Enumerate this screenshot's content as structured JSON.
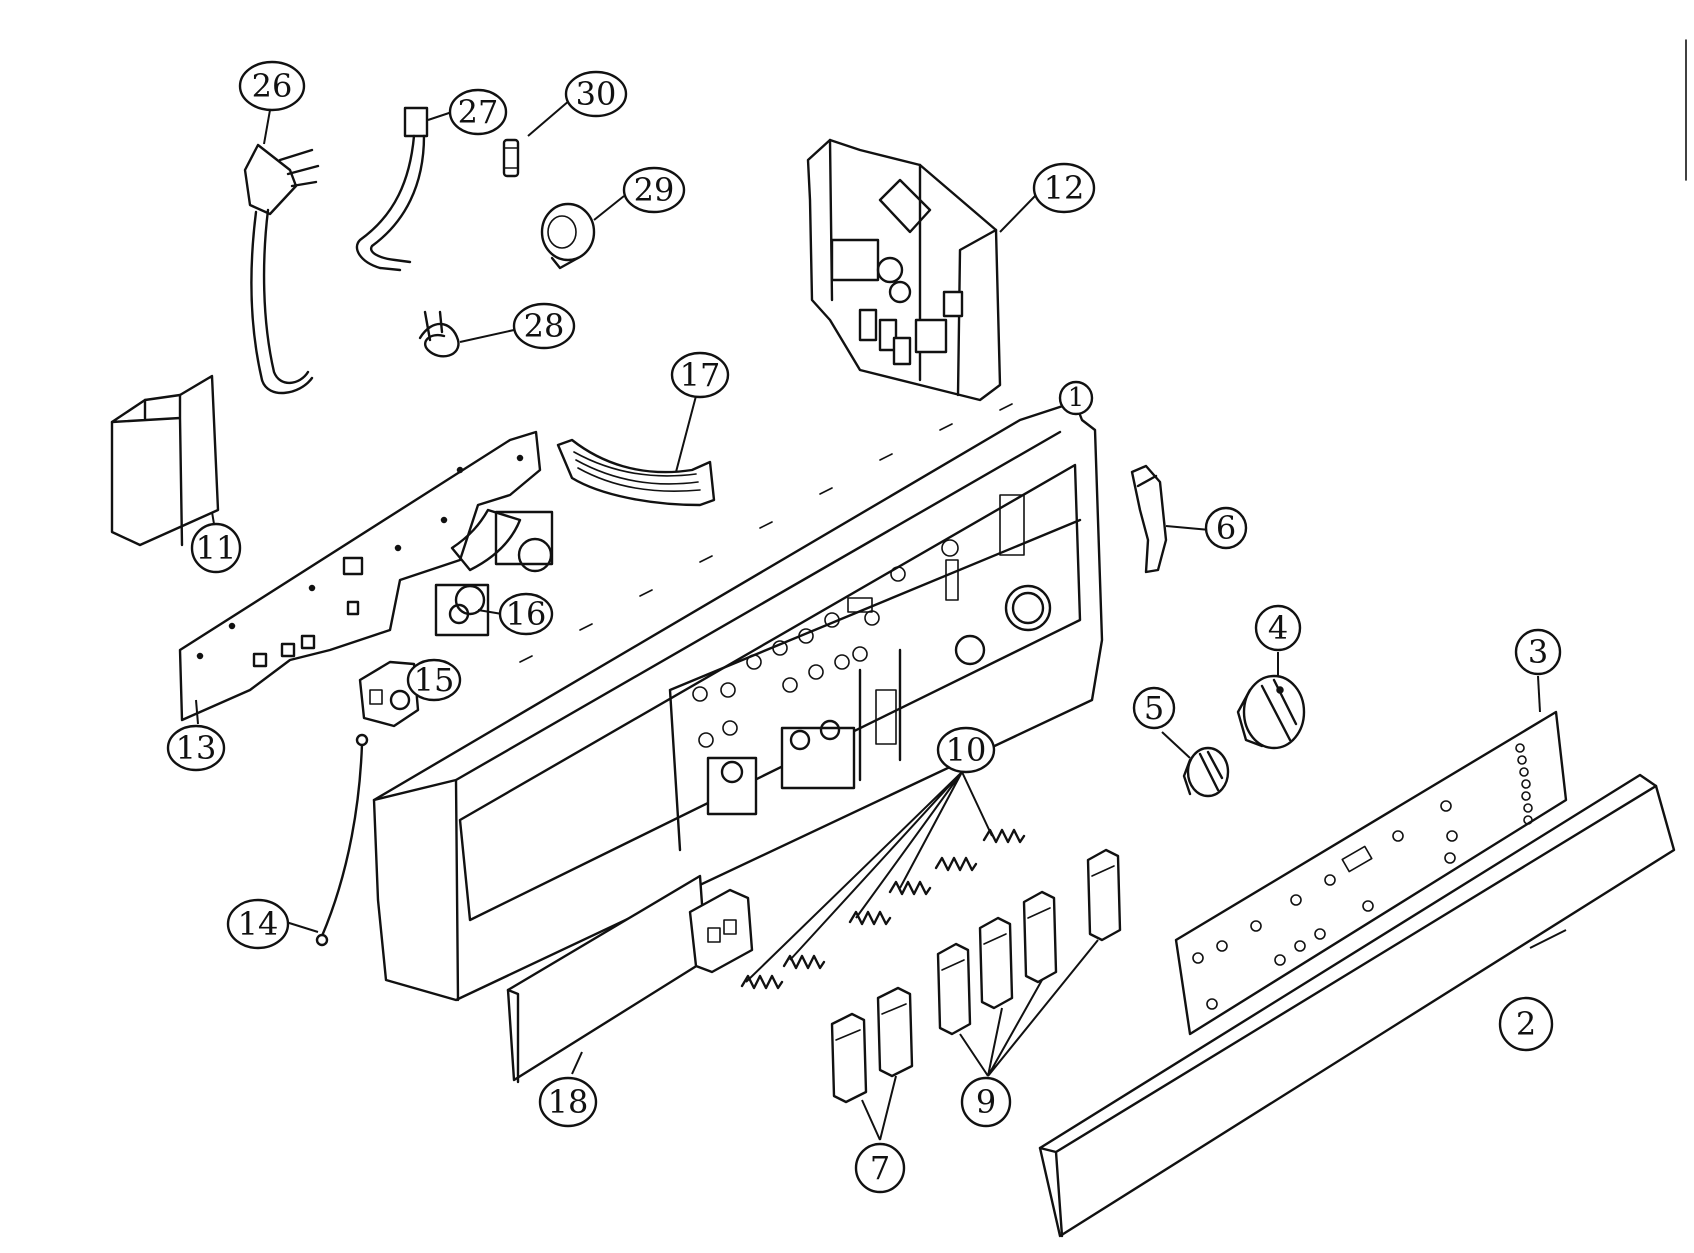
{
  "callouts": {
    "c1": "1",
    "c2": "2",
    "c3": "3",
    "c4": "4",
    "c5": "5",
    "c6": "6",
    "c7": "7",
    "c9": "9",
    "c10": "10",
    "c11": "11",
    "c12": "12",
    "c13": "13",
    "c14": "14",
    "c15": "15",
    "c16": "16",
    "c17": "17",
    "c18": "18",
    "c26": "26",
    "c27": "27",
    "c28": "28",
    "c29": "29",
    "c30": "30"
  }
}
